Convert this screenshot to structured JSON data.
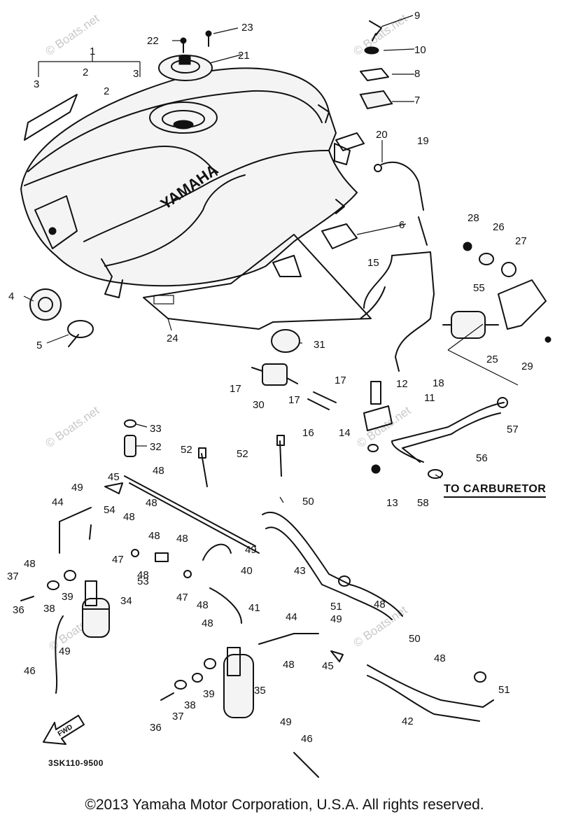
{
  "callouts": [
    {
      "n": "1"
    },
    {
      "n": "2"
    },
    {
      "n": "2"
    },
    {
      "n": "3"
    },
    {
      "n": "3"
    },
    {
      "n": "4"
    },
    {
      "n": "5"
    },
    {
      "n": "6"
    },
    {
      "n": "7"
    },
    {
      "n": "8"
    },
    {
      "n": "9"
    },
    {
      "n": "10"
    },
    {
      "n": "11"
    },
    {
      "n": "12"
    },
    {
      "n": "13"
    },
    {
      "n": "14"
    },
    {
      "n": "15"
    },
    {
      "n": "16"
    },
    {
      "n": "17"
    },
    {
      "n": "17"
    },
    {
      "n": "17"
    },
    {
      "n": "18"
    },
    {
      "n": "19"
    },
    {
      "n": "20"
    },
    {
      "n": "21"
    },
    {
      "n": "22"
    },
    {
      "n": "23"
    },
    {
      "n": "24"
    },
    {
      "n": "25"
    },
    {
      "n": "26"
    },
    {
      "n": "27"
    },
    {
      "n": "28"
    },
    {
      "n": "29"
    },
    {
      "n": "30"
    },
    {
      "n": "31"
    },
    {
      "n": "32"
    },
    {
      "n": "33"
    },
    {
      "n": "34"
    },
    {
      "n": "35"
    },
    {
      "n": "36"
    },
    {
      "n": "36"
    },
    {
      "n": "37"
    },
    {
      "n": "37"
    },
    {
      "n": "38"
    },
    {
      "n": "38"
    },
    {
      "n": "39"
    },
    {
      "n": "39"
    },
    {
      "n": "40"
    },
    {
      "n": "41"
    },
    {
      "n": "42"
    },
    {
      "n": "43"
    },
    {
      "n": "44"
    },
    {
      "n": "44"
    },
    {
      "n": "45"
    },
    {
      "n": "45"
    },
    {
      "n": "46"
    },
    {
      "n": "46"
    },
    {
      "n": "47"
    },
    {
      "n": "47"
    },
    {
      "n": "48"
    },
    {
      "n": "48"
    },
    {
      "n": "48"
    },
    {
      "n": "48"
    },
    {
      "n": "48"
    },
    {
      "n": "48"
    },
    {
      "n": "48"
    },
    {
      "n": "48"
    },
    {
      "n": "48"
    },
    {
      "n": "48"
    },
    {
      "n": "48"
    },
    {
      "n": "48"
    },
    {
      "n": "49"
    },
    {
      "n": "49"
    },
    {
      "n": "49"
    },
    {
      "n": "49"
    },
    {
      "n": "49"
    },
    {
      "n": "50"
    },
    {
      "n": "50"
    },
    {
      "n": "51"
    },
    {
      "n": "51"
    },
    {
      "n": "52"
    },
    {
      "n": "52"
    },
    {
      "n": "53"
    },
    {
      "n": "54"
    },
    {
      "n": "55"
    },
    {
      "n": "56"
    },
    {
      "n": "57"
    },
    {
      "n": "58"
    }
  ],
  "carburetor_label": "TO CARBURETOR",
  "tank_brand": "YAMAHA",
  "fwd_label": "FWD",
  "diagram_code": "3SK110-9500",
  "copyright": "©2013 Yamaha Motor Corporation, U.S.A. All rights reserved.",
  "watermark": "© Boats.net"
}
